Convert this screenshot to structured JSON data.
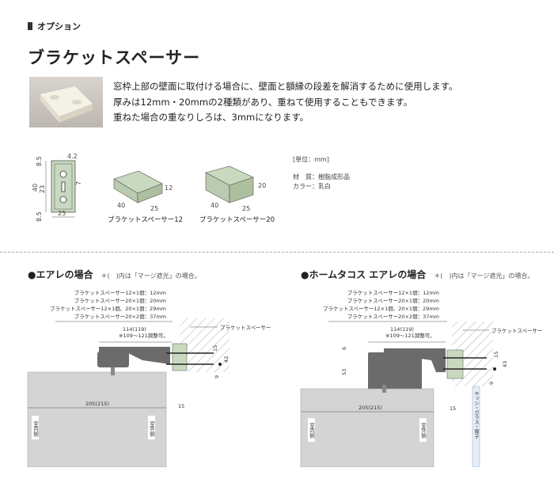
{
  "header": {
    "option_label": "オプション",
    "title": "ブラケットスペーサー"
  },
  "description": [
    "窓枠上部の壁面に取付ける場合に、壁面と額縁の段差を解消するために使用します。",
    "厚みは12mm・20mmの2種類があり、重ねて使用することもできます。",
    "重ねた場合の重なりしろは、3mmになります。"
  ],
  "drawings": {
    "plan": {
      "top": "8.5",
      "hole": "4.2",
      "height": "40",
      "inner": "23",
      "slot": "7",
      "bottom": "8.5",
      "width": "25"
    },
    "spacer12": {
      "label": "ブラケットスペーサー12",
      "length": "40",
      "width": "25",
      "thickness": "12"
    },
    "spacer20": {
      "label": "ブラケットスペーサー20",
      "length": "40",
      "width": "25",
      "thickness": "20"
    }
  },
  "spec": {
    "unit": "[単位：mm]",
    "material": "材　質：樹脂成形品",
    "color": "カラー：乳白"
  },
  "sections": [
    {
      "title": "●エアレの場合",
      "note": "＊(　)内は「マージ遮光」の場合。"
    },
    {
      "title": "●ホームタコス エアレの場合",
      "note": "＊(　)内は「マージ遮光」の場合。"
    }
  ],
  "combos": [
    "ブラケットスペーサー12×1個：12mm",
    "ブラケットスペーサー20×1個：20mm",
    "ブラケットスペーサー12×1個、20×1個：29mm",
    "ブラケットスペーサー20×2個：37mm"
  ],
  "dims": {
    "span": "114(119)",
    "adjust": "※109〜121調整可。",
    "spacer": "ブラケットスペーサー",
    "d15": "15",
    "d43": "43",
    "d9": "9",
    "d6": "6",
    "d53": "53",
    "width": "205(215)",
    "gap": "15",
    "indoor": "室内側",
    "outdoor": "室外側",
    "sash": "サッシ・ガラス・障子"
  },
  "colors": {
    "spacer": "#c9d9bf",
    "body": "#6b6b6b",
    "panel": "#d4d4d4",
    "sash": "#e3eef8"
  }
}
